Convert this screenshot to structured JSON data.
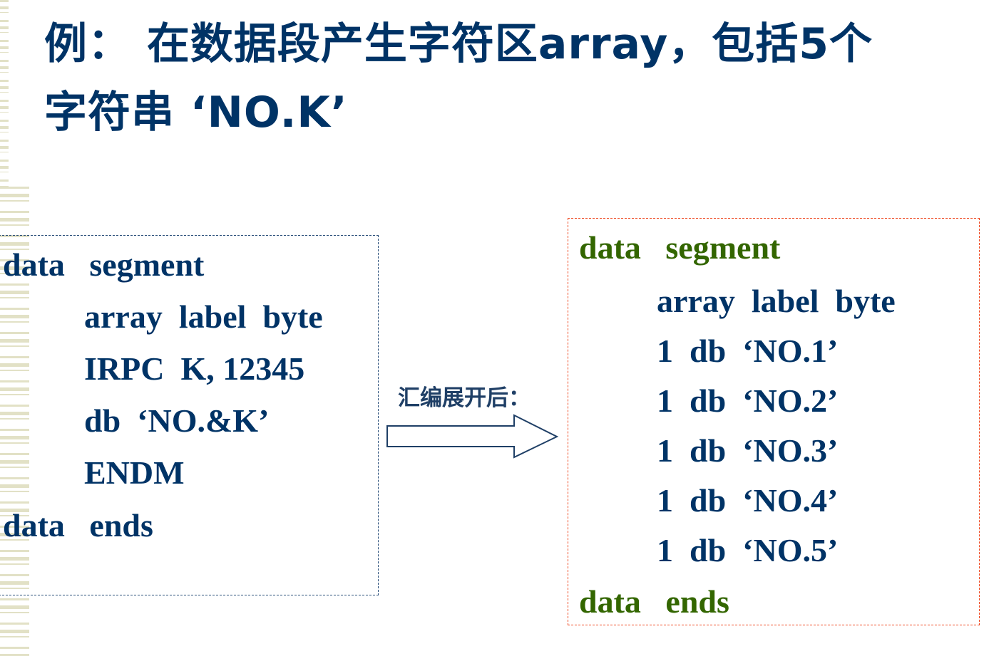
{
  "title": {
    "line1": "例：  在数据段产生字符区array，包括5个",
    "line2": "字符串 ‘NO.K’"
  },
  "source_code": {
    "lines": [
      "data   segment",
      "array  label  byte",
      "IRPC  K, 12345",
      "db  ‘NO.&K’",
      "ENDM",
      "data   ends"
    ]
  },
  "arrow": {
    "label": "汇编展开后：",
    "icon": "right-arrow-icon"
  },
  "expanded_code": {
    "lines": [
      "data   segment",
      "array  label  byte",
      "1  db  ‘NO.1’",
      "1  db  ‘NO.2’",
      "1  db  ‘NO.3’",
      "1  db  ‘NO.4’",
      "1  db  ‘NO.5’",
      "data   ends"
    ]
  },
  "colors": {
    "text_primary": "#003366",
    "segment_keyword": "#336600",
    "left_box_border": "#2a4f7a",
    "right_box_border": "#ef4b24",
    "stripe": "#e2e1c6"
  }
}
